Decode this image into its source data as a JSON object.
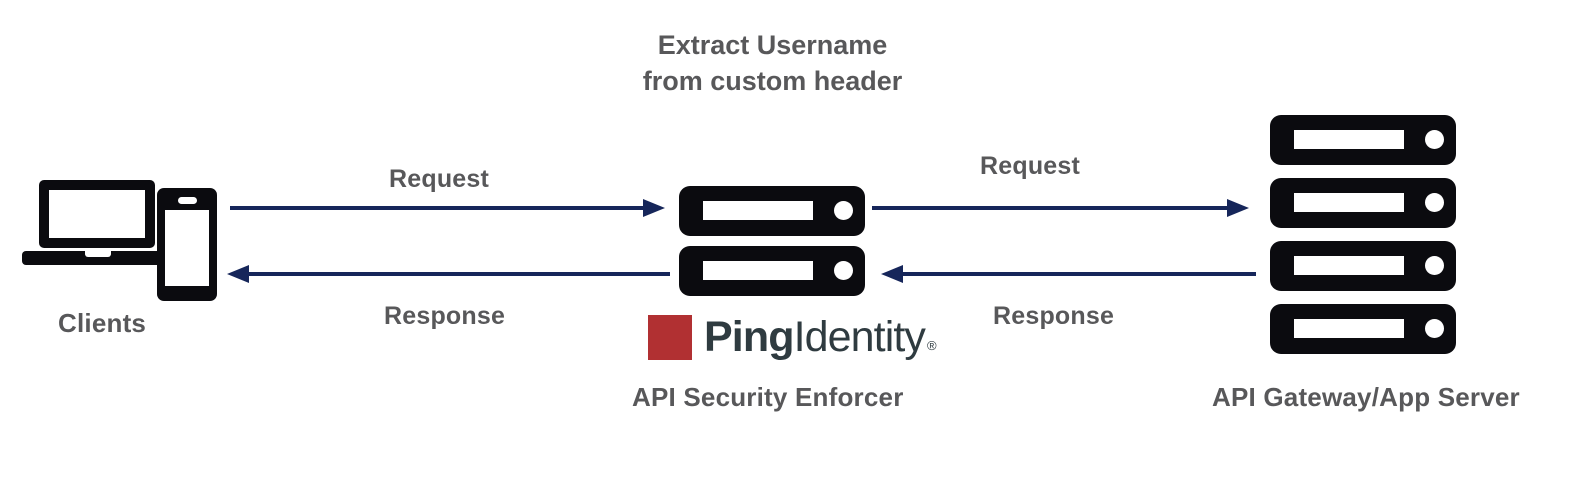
{
  "diagram": {
    "type": "flow-diagram",
    "background_color": "#ffffff",
    "annotation": {
      "line1": "Extract Username",
      "line2": "from custom header"
    },
    "colors": {
      "text_gray": "#58585a",
      "arrow_navy": "#16265a",
      "icon_black": "#0b0b0f",
      "ping_red": "#b13032",
      "ping_slate": "#2f3b40"
    },
    "nodes": [
      {
        "id": "clients",
        "label": "Clients",
        "icon": "laptop-and-phone-icon"
      },
      {
        "id": "api-security-enforcer",
        "label": "API Security Enforcer",
        "icon": "server-stack-icon",
        "server_units": 2,
        "brand": {
          "mark": "ping-logo-mark",
          "word_bold": "Ping",
          "word_regular": "Identity",
          "registered_mark": "®"
        }
      },
      {
        "id": "api-gateway-app-server",
        "label": "API Gateway/App Server",
        "icon": "server-stack-icon",
        "server_units": 4
      }
    ],
    "flows": [
      {
        "id": "client-to-ase-request",
        "label": "Request",
        "direction": "right",
        "from": "clients",
        "to": "api-security-enforcer"
      },
      {
        "id": "ase-to-client-response",
        "label": "Response",
        "direction": "left",
        "from": "api-security-enforcer",
        "to": "clients"
      },
      {
        "id": "ase-to-gateway-request",
        "label": "Request",
        "direction": "right",
        "from": "api-security-enforcer",
        "to": "api-gateway-app-server"
      },
      {
        "id": "gateway-to-ase-response",
        "label": "Response",
        "direction": "left",
        "from": "api-gateway-app-server",
        "to": "api-security-enforcer"
      }
    ]
  }
}
